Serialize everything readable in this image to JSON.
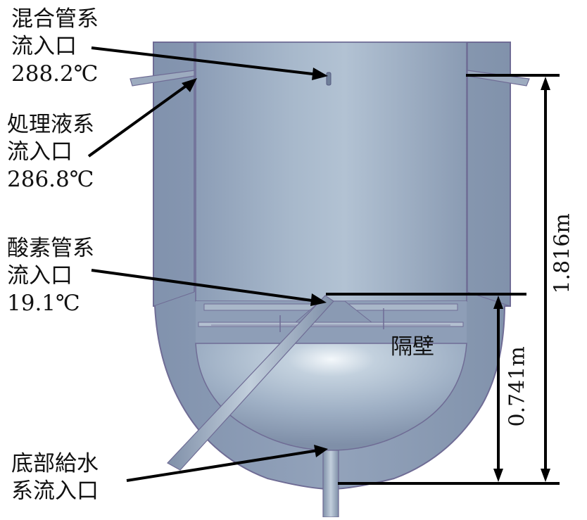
{
  "labels": {
    "mixing_inlet": {
      "line1": "混合管系",
      "line2": "流入口",
      "temp": "288.2℃"
    },
    "treatment_inlet": {
      "line1": "処理液系",
      "line2": "流入口",
      "temp": "286.8℃"
    },
    "oxygen_inlet": {
      "line1": "酸素管系",
      "line2": "流入口",
      "temp": "19.1℃"
    },
    "bottom_inlet": {
      "line1": "底部給水",
      "line2": "系流入口"
    },
    "partition": "隔壁"
  },
  "dimensions": {
    "total_height": "1.816m",
    "lower_height": "0.741m"
  },
  "colors": {
    "vessel_outer": "#8e9db6",
    "vessel_inner": "#a3b4c8",
    "edge": "#6f6c95",
    "annotation": "#000000"
  }
}
